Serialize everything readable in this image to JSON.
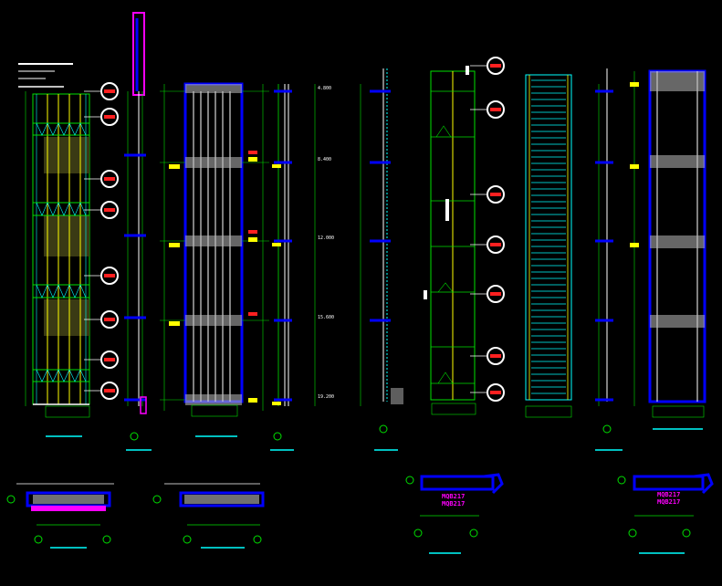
{
  "drawing": {
    "background": "#000000",
    "palette": {
      "green": "#00e000",
      "yellow": "#ffff00",
      "blue": "#0000ff",
      "cyan": "#00ffff",
      "magenta": "#ff00ff",
      "red": "#ff2020",
      "white": "#ffffff",
      "hatch": "#bbbbbb",
      "panel_fill": "#3a3a14"
    },
    "elevation_labels": [
      "4.800",
      "8.400",
      "12.000",
      "15.600",
      "19.200"
    ],
    "section_callouts": [
      {
        "text": "MQB217"
      },
      {
        "text": "MQB217"
      },
      {
        "text": "MQB217"
      },
      {
        "text": "MQB217"
      }
    ]
  }
}
